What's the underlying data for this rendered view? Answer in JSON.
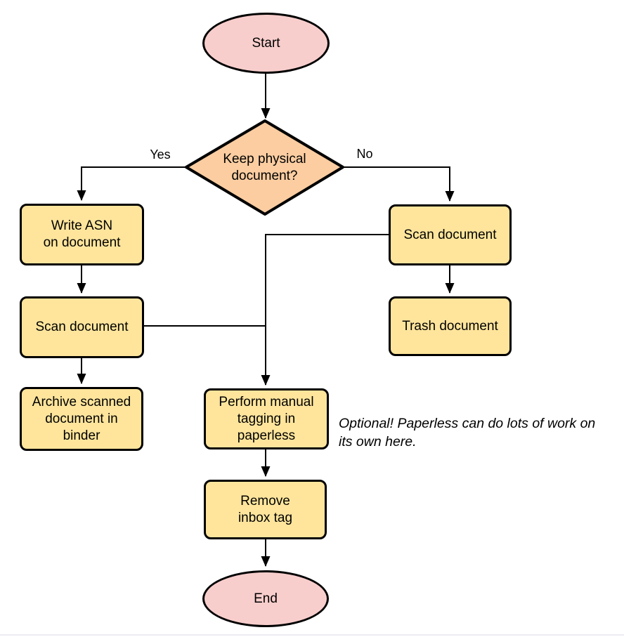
{
  "colors": {
    "background": "#ffffff",
    "stroke": "#000000",
    "terminal-fill": "#f8cecc",
    "decision-fill": "#fbcda1",
    "process-fill": "#ffe59c"
  },
  "nodes": {
    "start": "Start",
    "decision": "Keep physical\ndocument?",
    "write_asn": "Write ASN\non document",
    "scan_left": "Scan document",
    "archive": "Archive scanned\ndocument in\nbinder",
    "scan_right": "Scan document",
    "trash": "Trash document",
    "tagging": "Perform manual\ntagging in\npaperless",
    "remove_inbox": "Remove\ninbox tag",
    "end": "End"
  },
  "edge_labels": {
    "yes": "Yes",
    "no": "No"
  },
  "annotation": "Optional! Paperless can do lots of work on\nits own here."
}
